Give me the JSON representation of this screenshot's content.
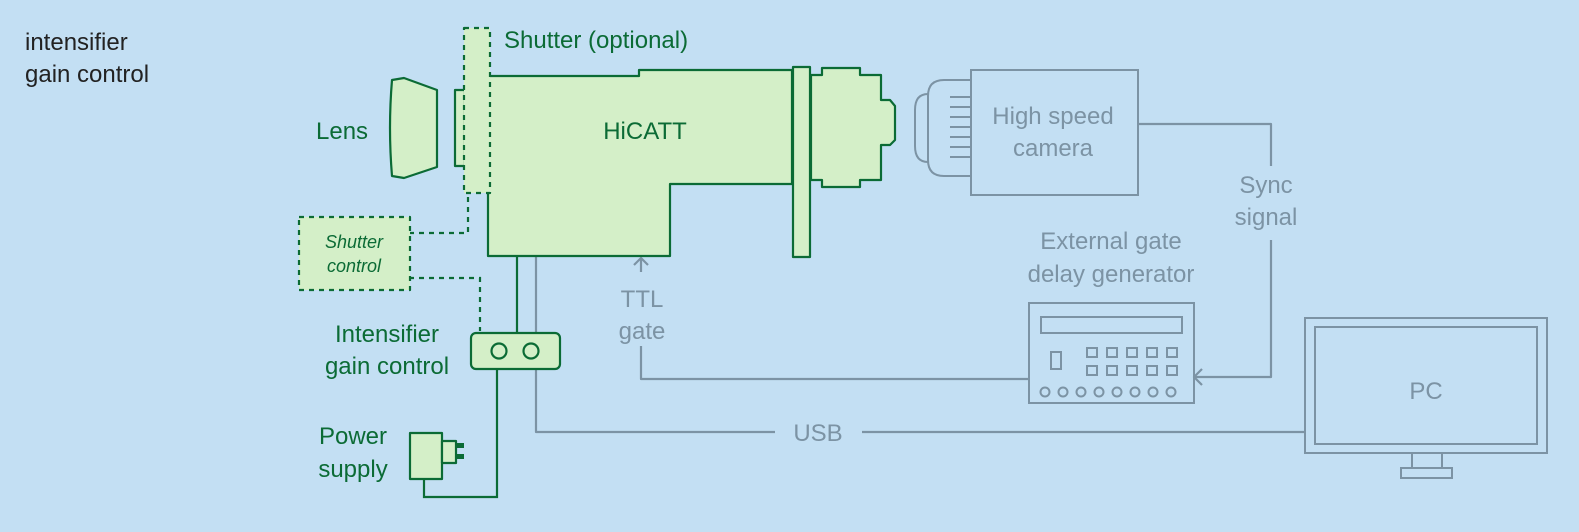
{
  "corner_note": [
    "intensifier",
    "gain control"
  ],
  "labels": {
    "shutter_optional": "Shutter (optional)",
    "lens": "Lens",
    "hicatt": "HiCATT",
    "shutter_control": [
      "Shutter",
      "control"
    ],
    "intensifier_gain_control": [
      "Intensifier",
      "gain control"
    ],
    "power_supply": [
      "Power",
      "supply"
    ],
    "ttl_gate": [
      "TTL",
      "gate"
    ],
    "high_speed_camera": [
      "High speed",
      "camera"
    ],
    "sync_signal": [
      "Sync",
      "signal"
    ],
    "external_gate_delay_generator": [
      "External gate",
      "delay generator"
    ],
    "usb": "USB",
    "pc": "PC"
  },
  "colors": {
    "background": "#c3dff3",
    "hardware_fill": "#d4efc8",
    "hardware_stroke": "#0b6b35",
    "peripheral_stroke": "#7c93a4",
    "note_text": "#222222"
  }
}
